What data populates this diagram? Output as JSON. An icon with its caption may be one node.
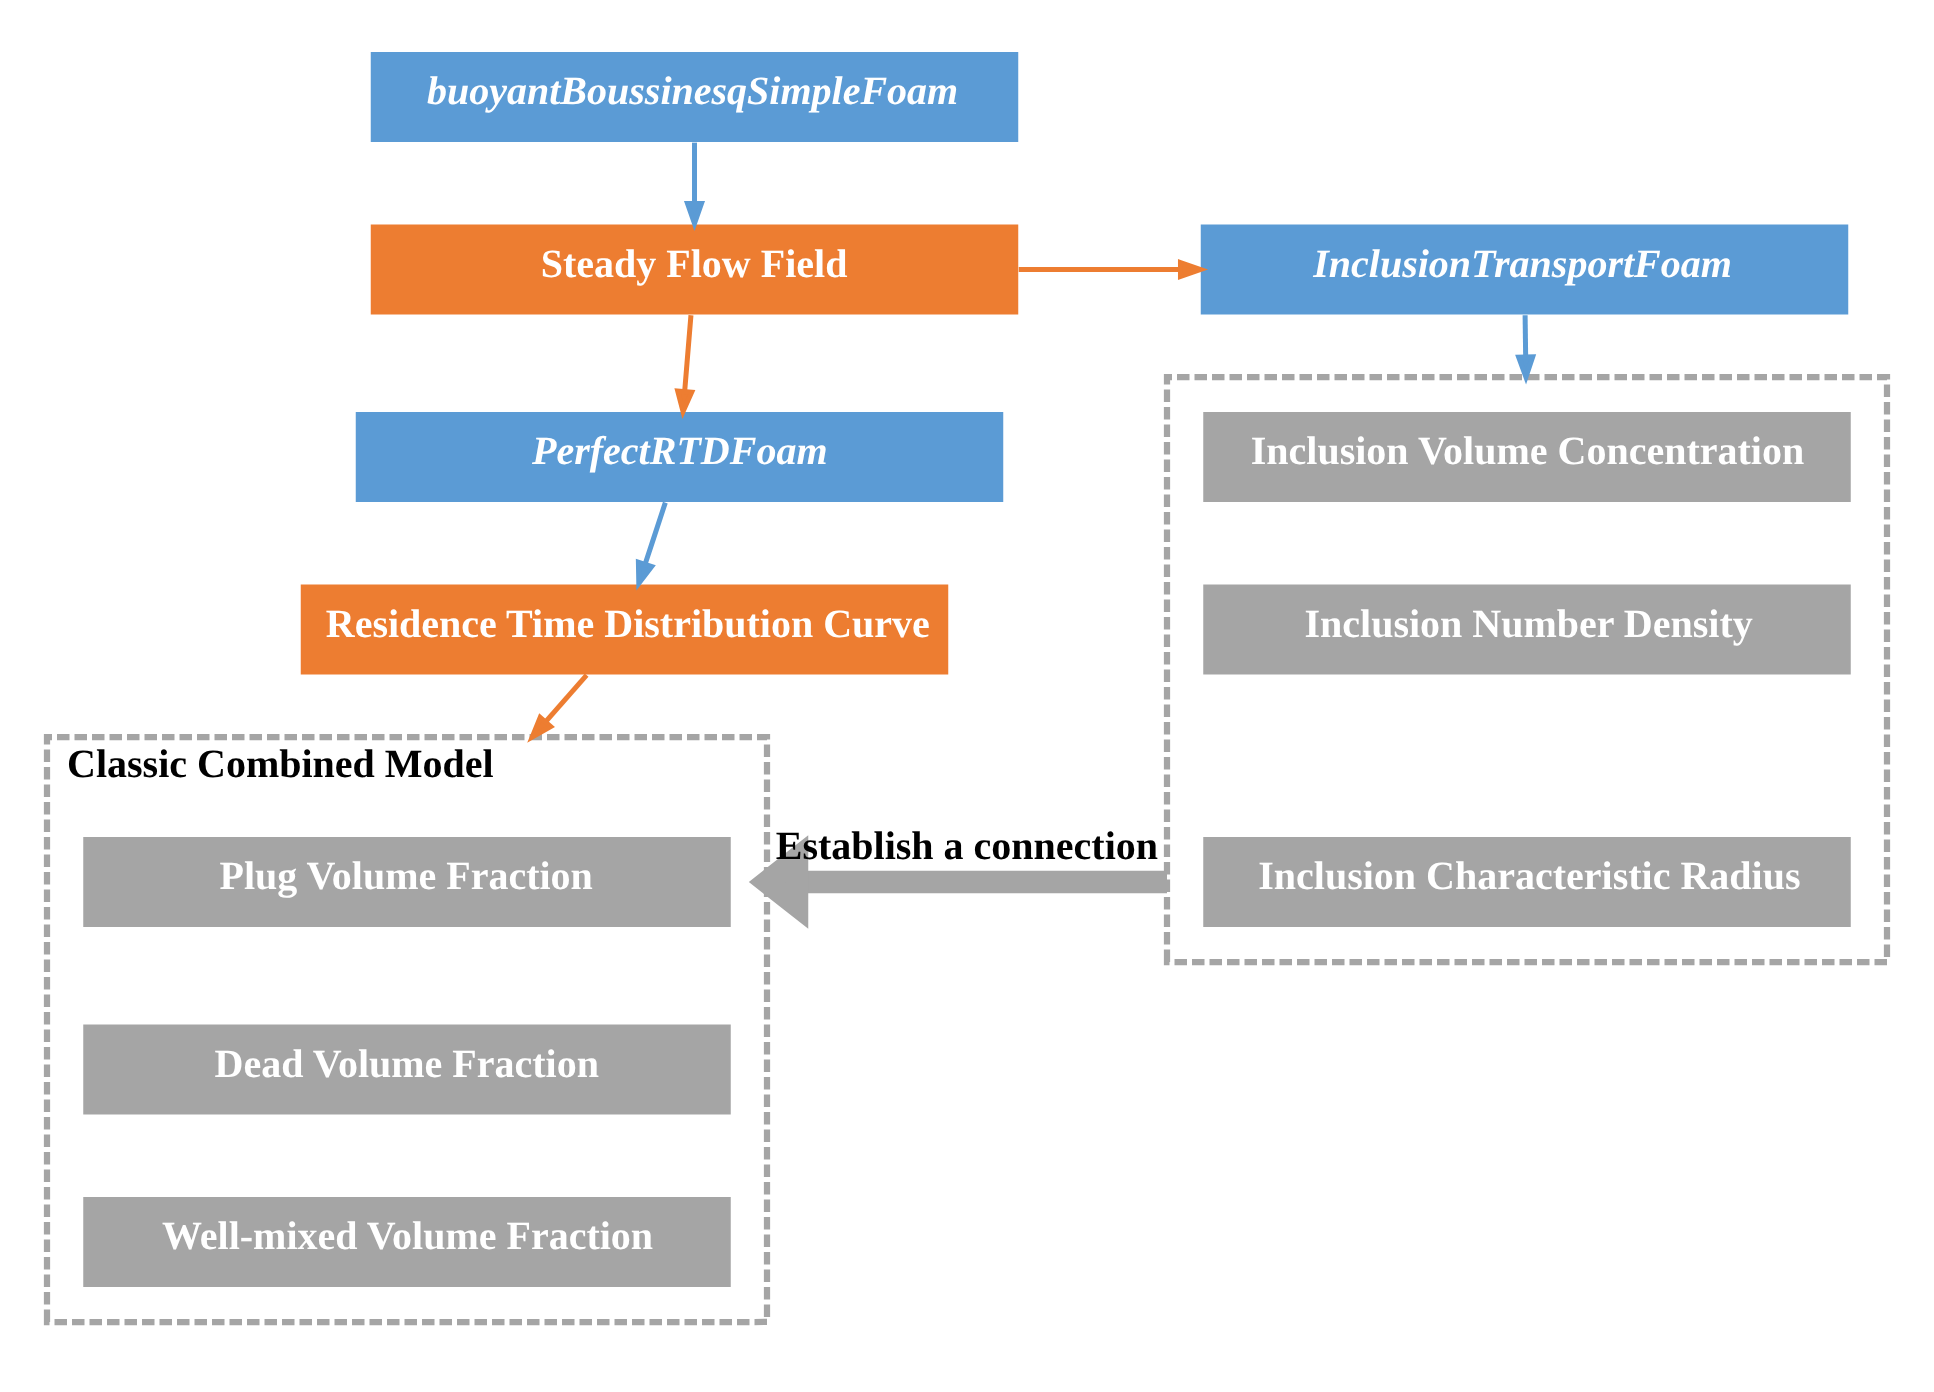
{
  "diagram": {
    "nodes": [
      {
        "text": [
          "buoyantBoussinesqSimpleFoam"
        ]
      },
      {
        "text": [
          "Steady Flow Field"
        ]
      },
      {
        "text": [
          "InclusionTransportFoam"
        ]
      },
      {
        "text": [
          "PerfectRTDFoam"
        ]
      },
      {
        "text": [
          "Residence Time Distribution Curve"
        ]
      },
      {
        "text": [],
        "shape": "box"
      },
      {
        "text": [
          "Inclusion Volume Concentration"
        ],
        "in": 5
      },
      {
        "text": [
          "Inclusion Number Density"
        ],
        "in": 5
      },
      {
        "text": [
          "Inclusion Characteristic Radius"
        ],
        "in": 5
      },
      {
        "text": [
          "Classic Combined Model"
        ]
      },
      {
        "text": [
          "Plug Volume Fraction"
        ],
        "in": 9
      },
      {
        "text": [
          "Dead Volume Fraction"
        ],
        "in": 9
      },
      {
        "text": [
          "Well-mixed Volume Fraction"
        ],
        "in": 9
      }
    ],
    "edges": [
      {
        "from": 0,
        "to": 1,
        "arrow": "to"
      },
      {
        "from": 1,
        "to": 2,
        "arrow": "to",
        "color": "#ed7d31"
      },
      {
        "from": 1,
        "to": 3,
        "arrow": "to",
        "color": "#ed7d31"
      },
      {
        "from": 2,
        "to": 5,
        "arrow": "to"
      },
      {
        "from": 3,
        "to": 4,
        "arrow": "to"
      },
      {
        "from": 4,
        "to": 9,
        "arrow": "to",
        "color": "#ed7d31"
      },
      {
        "from": 5,
        "to": 9,
        "arrow": "to",
        "label": "Establish a connection",
        "style": "thick",
        "color": "#a5a5a5"
      }
    ]
  }
}
